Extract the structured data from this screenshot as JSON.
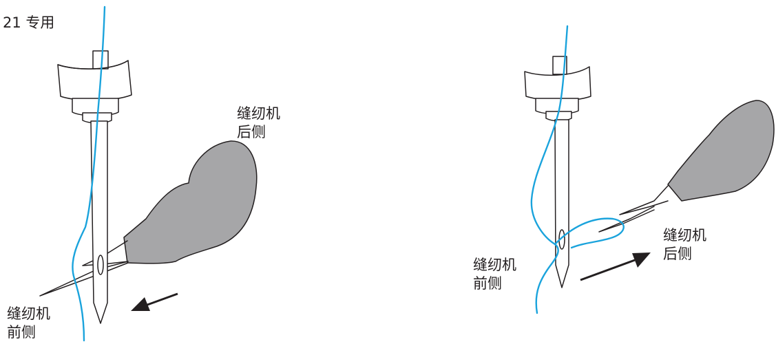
{
  "caption": "21 专用",
  "left_panel": {
    "back_label_line1": "缝纫机",
    "back_label_line2": "后侧",
    "front_label_line1": "缝纫机",
    "front_label_line2": "前侧",
    "arrow_direction": "toward front-left"
  },
  "right_panel": {
    "back_label_line1": "缝纫机",
    "back_label_line2": "后侧",
    "front_label_line1": "缝纫机",
    "front_label_line2": "前侧",
    "arrow_direction": "toward back-right"
  },
  "colors": {
    "thread": "#1aa3dc",
    "hook": "#a6a6a8",
    "outline": "#231f20"
  },
  "icons": [
    "needle-clamp",
    "sewing-needle",
    "rotary-hook",
    "direction-arrow"
  ]
}
